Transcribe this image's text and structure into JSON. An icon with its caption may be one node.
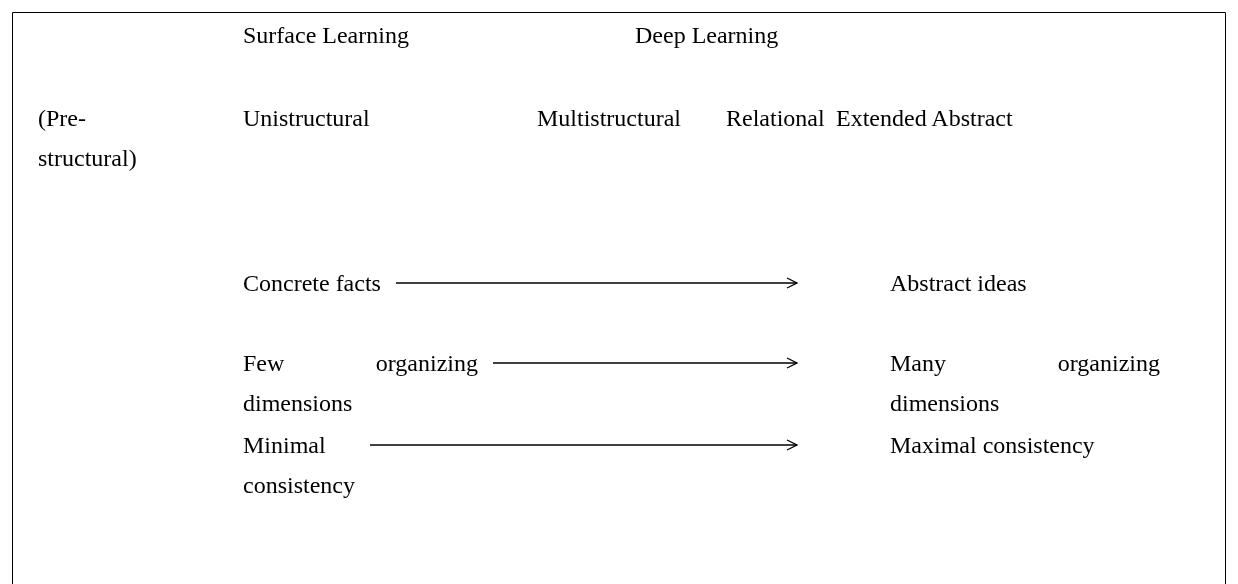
{
  "diagram": {
    "nodes": [
      {
        "text": [
          "Concrete facts"
        ]
      },
      {
        "text": [
          "Abstract ideas"
        ]
      },
      {
        "text": [
          "Few organizing dimensions"
        ]
      },
      {
        "text": [
          "Many organizing dimensions"
        ]
      },
      {
        "text": [
          "Minimal consistency"
        ]
      },
      {
        "text": [
          "Maximal consistency"
        ]
      }
    ],
    "edges": [
      {
        "from": 0,
        "to": 1,
        "arrow": "to"
      },
      {
        "from": 2,
        "to": 3,
        "arrow": "to"
      },
      {
        "from": 4,
        "to": 5,
        "arrow": "to"
      }
    ],
    "labels": [
      "Surface Learning",
      "Deep Learning",
      "(Pre- structural)",
      "Unistructural",
      "Multistructural",
      "Relational",
      "Extended Abstract"
    ]
  }
}
